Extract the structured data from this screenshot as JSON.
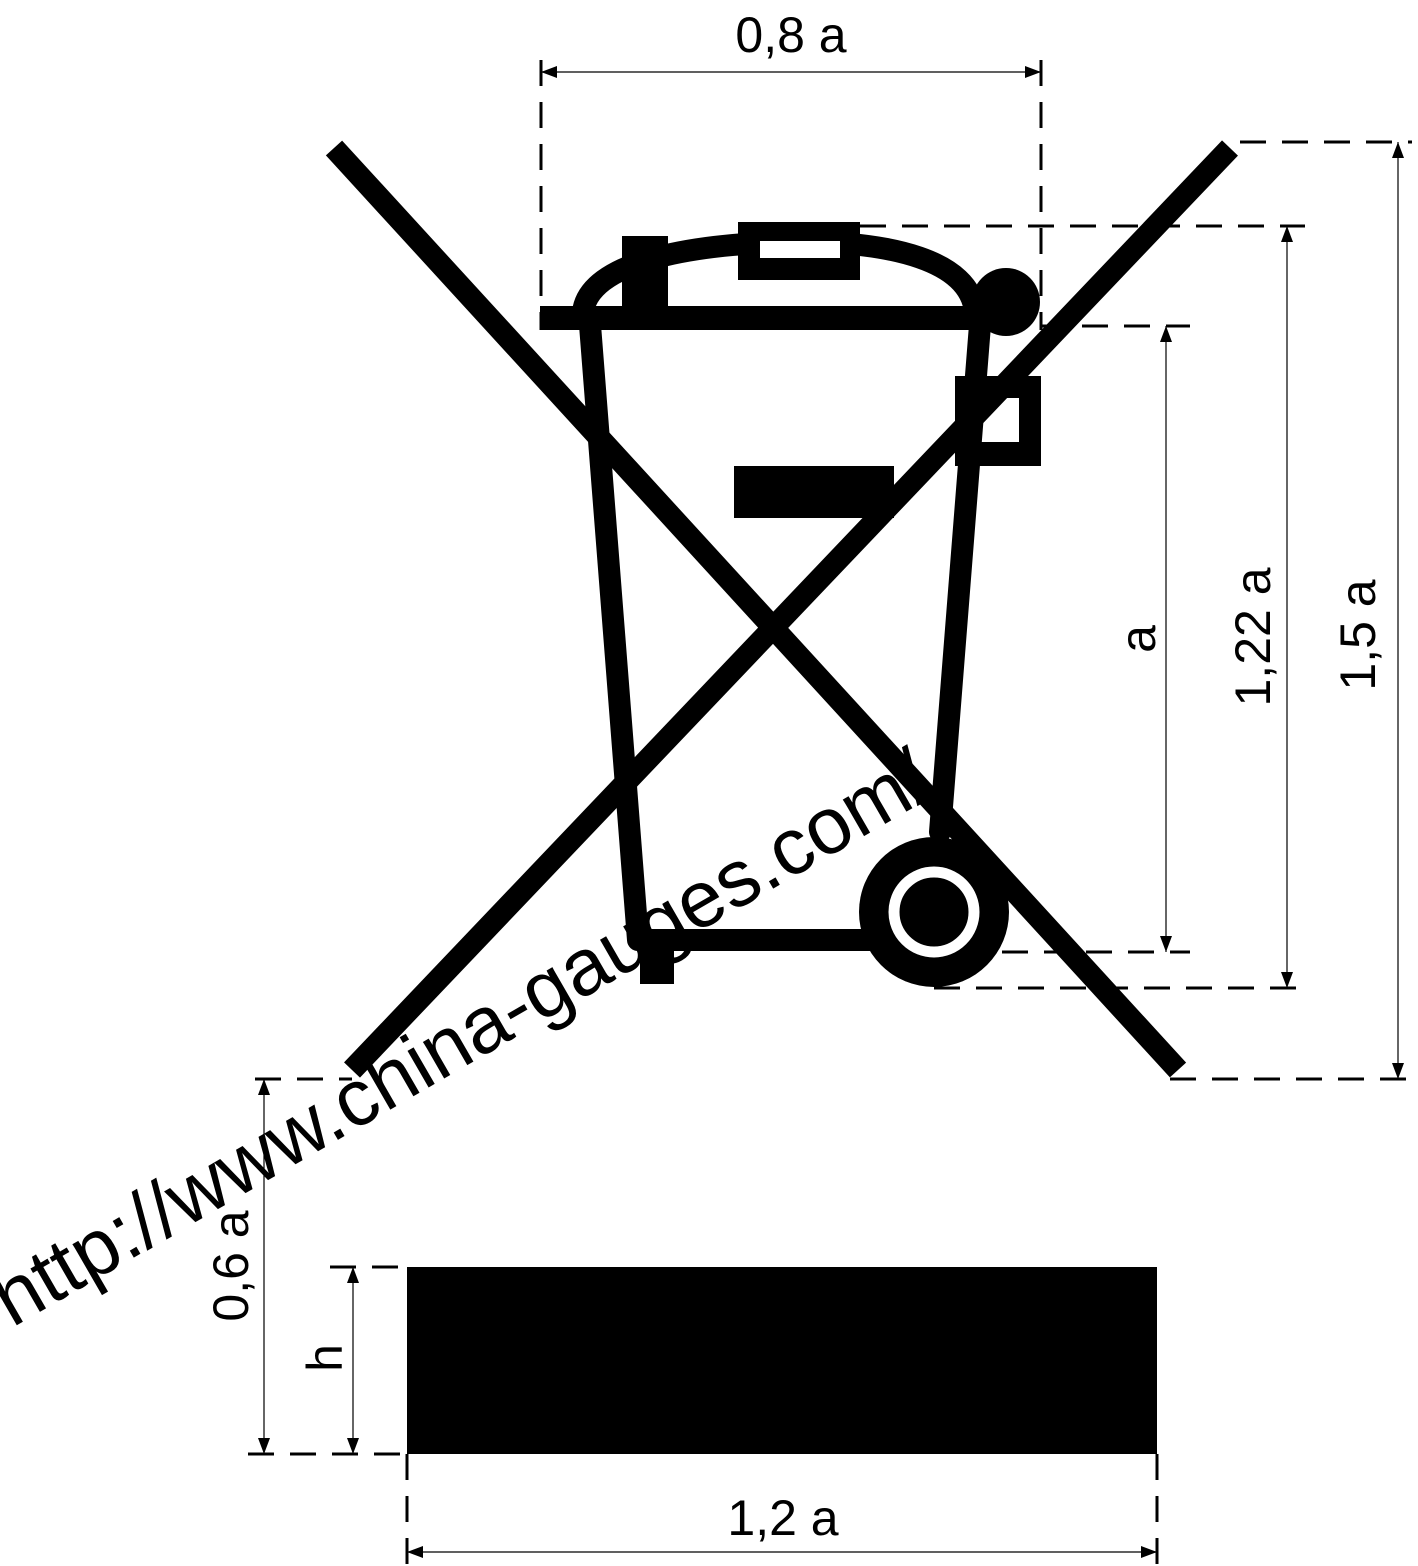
{
  "dimensions": {
    "top_width": "0,8 a",
    "body_height": "a",
    "bin_height": "1,22 a",
    "cross_height": "1,5 a",
    "bar_width": "1,2 a",
    "bar_height": "h",
    "gap_height": "0,6 a"
  },
  "watermark": "http://www.china-gauges.com/",
  "colors": {
    "ink": "#000000",
    "background": "#ffffff"
  }
}
